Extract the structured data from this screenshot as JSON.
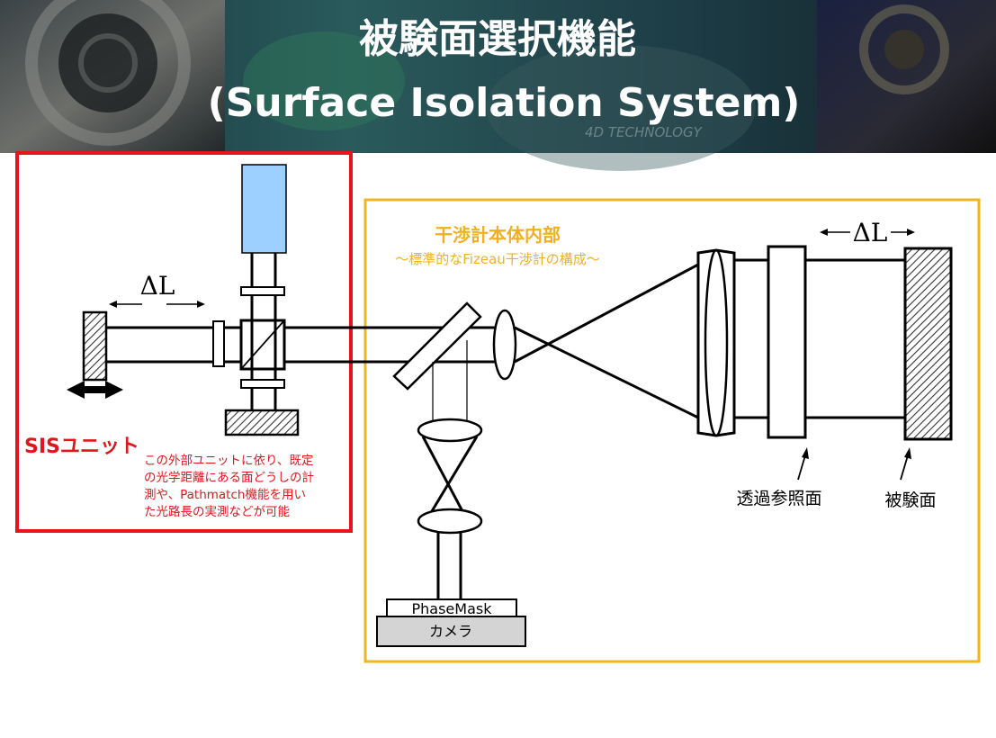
{
  "header": {
    "title_jp": "被験面選択機能",
    "title_en": "(Surface Isolation System)",
    "brand_watermark": "4D TECHNOLOGY"
  },
  "sis_unit": {
    "label": "SISユニット",
    "delta_label": "ΔL",
    "description": [
      "この外部ユニットに依り、既定",
      "の光学距離にある面どうしの計",
      "測や、Pathmatch機能を用い",
      "た光路長の実測などが可能"
    ]
  },
  "interferometer": {
    "title": "干渉計本体内部",
    "subtitle": "～標準的なFizeau干渉計の構成～",
    "delta_label": "ΔL",
    "reference_surface_label": "透過参照面",
    "test_surface_label": "被験面",
    "phasemask_label": "PhaseMask",
    "camera_label": "カメラ"
  },
  "colors": {
    "sis_border": "#e8141b",
    "sis_text": "#e0161c",
    "interferometer_border": "#f1b61e",
    "interferometer_text": "#f0b020",
    "header_bg": "#1e2a30",
    "light_source": "#9dcfff",
    "camera_fill": "#d4d4d4"
  }
}
